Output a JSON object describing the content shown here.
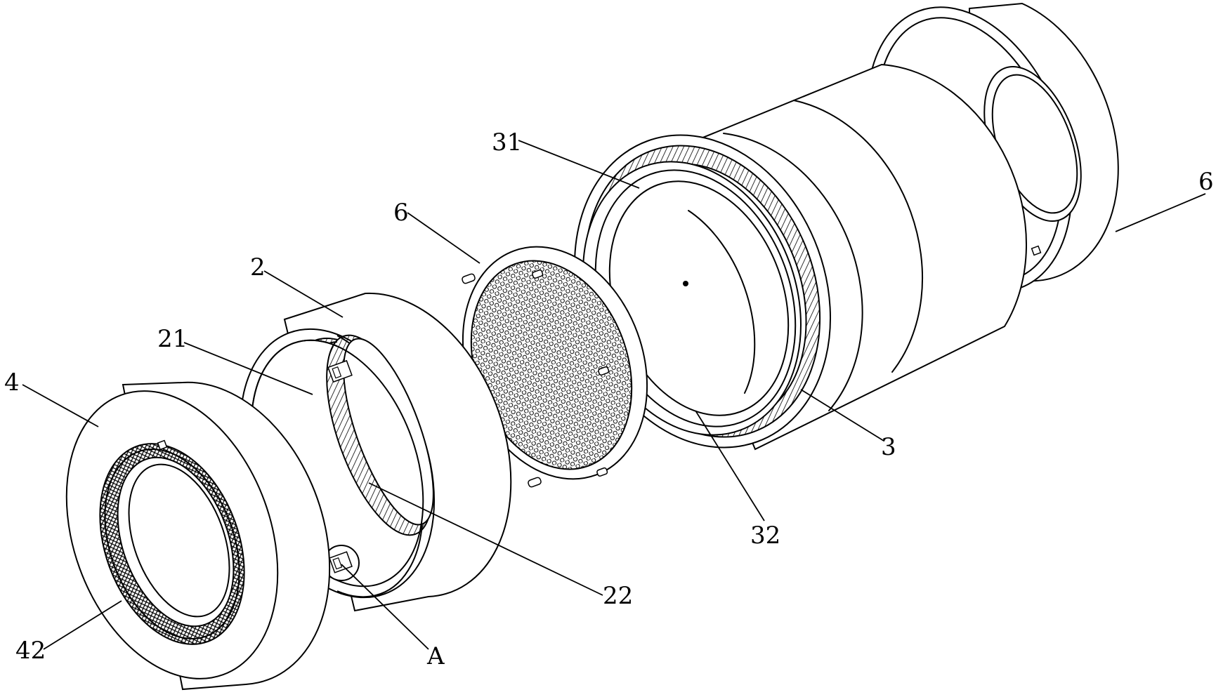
{
  "labels": {
    "l4": "4",
    "l42": "42",
    "l21": "21",
    "l2": "2",
    "lA": "A",
    "l22": "22",
    "l6a": "6",
    "l31": "31",
    "l32": "32",
    "l3": "3",
    "l6b": "6"
  }
}
